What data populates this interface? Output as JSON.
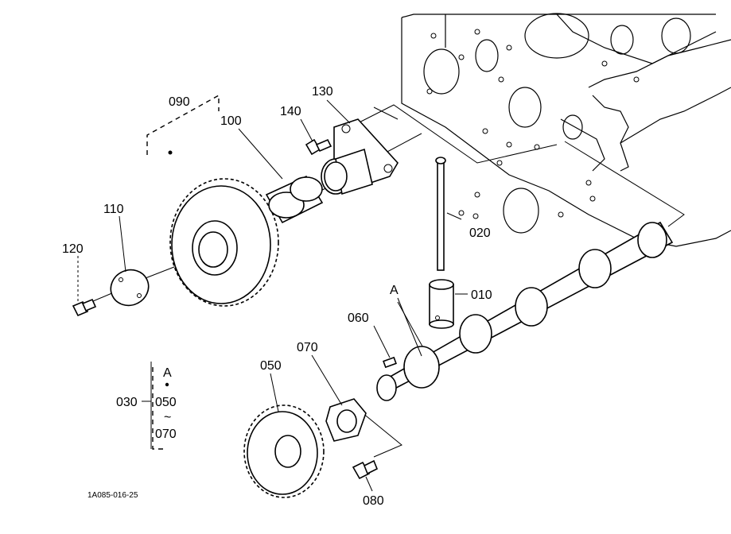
{
  "labels": {
    "p010": "010",
    "p020": "020",
    "p030": "030",
    "p050": "050",
    "p060": "060",
    "p070": "070",
    "p080": "080",
    "p090": "090",
    "p100": "100",
    "p110": "110",
    "p120": "120",
    "p130": "130",
    "p140": "140",
    "marker_a": "A"
  },
  "kit_legend": {
    "top": "A",
    "start": "050",
    "range_mark": "~",
    "end": "070"
  },
  "figure_code": "1A085-016-25"
}
